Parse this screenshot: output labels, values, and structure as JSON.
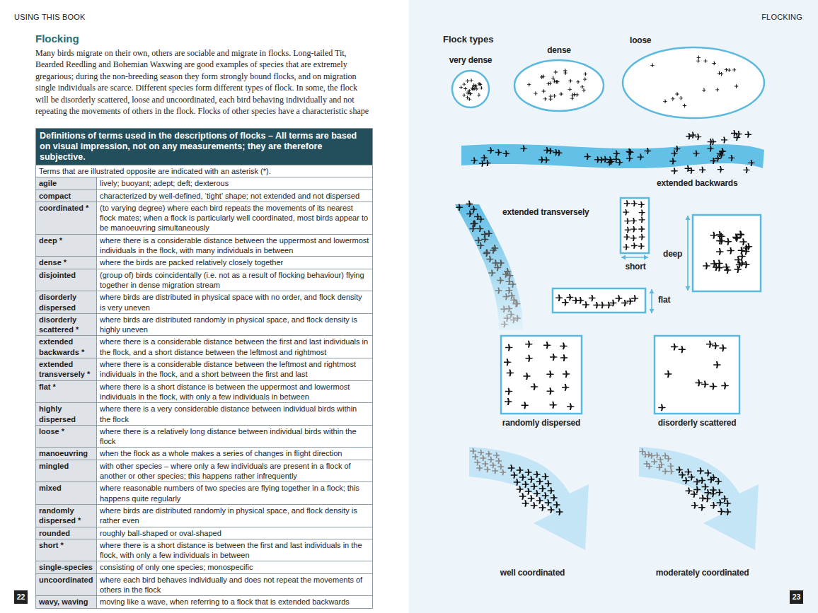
{
  "diagram": {
    "title": "Flocking",
    "nodes": [
      {
        "text": [
          "Definitions of terms used in the descriptions of flocks – All terms are based on visual impression, not on any measurements; they are therefore subjective."
        ]
      },
      {
        "text": [
          "very dense"
        ]
      },
      {
        "text": [
          "dense"
        ]
      },
      {
        "text": [
          "loose"
        ]
      },
      {
        "text": [
          "extended backwards"
        ]
      },
      {
        "text": [
          "extended transversely"
        ]
      },
      {
        "text": [
          "short"
        ]
      },
      {
        "text": [
          "deep"
        ]
      },
      {
        "text": [
          "flat"
        ]
      },
      {
        "text": [
          "randomly dispersed"
        ]
      },
      {
        "text": [
          "disorderly scattered"
        ]
      },
      {
        "text": [
          "well coordinated"
        ]
      },
      {
        "text": [
          "moderately coordinated"
        ]
      }
    ],
    "labels": [
      "USING THIS BOOK",
      "Many birds migrate on their own, others are sociable and migrate in flocks. Long-tailed Tit, Bearded Reedling and Bohemian Waxwing are good examples of species that are extremely gregarious; during the non-breeding season they form strongly bound flocks, and on migration single individuals are scarce. Different species form different types of flock. In some, the flock will be disorderly scattered, loose and uncoordinated, each bird behaving individually and not repeating the movements of others in the flock. Flocks of other species have a characteristic shape",
      "Terms that are illustrated opposite are indicated with an asterisk (*).",
      "agile",
      "lively; buoyant; adept; deft; dexterous",
      "compact",
      "characterized by well-defined, ‘tight’ shape; not extended and not dispersed",
      "coordinated *",
      "(to varying degree) where each bird repeats the movements of its nearest flock mates; when a flock is particularly well coordinated, most birds appear to be manoeuvring simultaneously",
      "deep *",
      "where there is a considerable distance between the uppermost and lowermost individuals in the flock, with many individuals in between",
      "dense *",
      "where the birds are packed relatively closely together",
      "disjointed",
      "(group of) birds coincidentally (i.e. not as a result of flocking behaviour) flying together in dense migration stream",
      "disorderly dispersed",
      "where birds are distributed in physical space with no order, and flock density is very uneven",
      "disorderly scattered *",
      "where birds are distributed randomly in physical space, and flock density is highly uneven",
      "extended backwards *",
      "where there is a considerable distance between the first and last individuals in the flock, and a short distance between the leftmost and rightmost",
      "extended transversely *",
      "where there is a considerable distance between the leftmost and rightmost individuals in the flock, and a short between the first and last",
      "flat *",
      "where there is a short distance is between the uppermost and lowermost individuals in the flock, with only a few individuals in between",
      "highly dispersed",
      "where there is a very considerable distance between individual birds within the flock",
      "loose *",
      "where there is a relatively long distance between individual birds within the flock",
      "manoeuvring",
      "when the flock as a whole makes a series of changes in flight direction",
      "mingled",
      "with other species – where only a few individuals are present in a flock of another or other species; this happens rather infrequently",
      "mixed",
      "where reasonable numbers of two species are flying together in a flock; this happens quite regularly",
      "randomly dispersed *",
      "where birds are distributed randomly in physical space, and flock density is rather even",
      "rounded",
      "roughly ball-shaped or oval-shaped",
      "short *",
      "where there is a short distance is between the first and last individuals in the flock, with only a few individuals in between",
      "single-species",
      "consisting of only one species; monospecific",
      "uncoordinated",
      "where each bird behaves individually and does not repeat the movements of others in the flock",
      "wavy, waving",
      "moving like a wave, when referring to a flock that is extended backwards",
      "22",
      "FLOCKING",
      "Flock types",
      "23"
    ]
  }
}
